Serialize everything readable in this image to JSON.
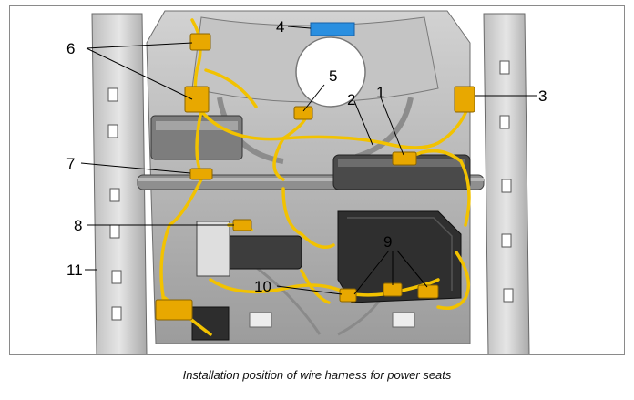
{
  "caption": "Installation position of wire harness for power seats",
  "callouts": {
    "c1": "1",
    "c2": "2",
    "c3": "3",
    "c4": "4",
    "c5": "5",
    "c6": "6",
    "c7": "7",
    "c8": "8",
    "c9": "9",
    "c10": "10",
    "c11": "11"
  },
  "colors": {
    "harness": "#f2c200",
    "connector": "#e8a800",
    "label_blue": "#2a8fe0",
    "frame": "#c9c9c9",
    "motor": "#3a3a3a"
  }
}
